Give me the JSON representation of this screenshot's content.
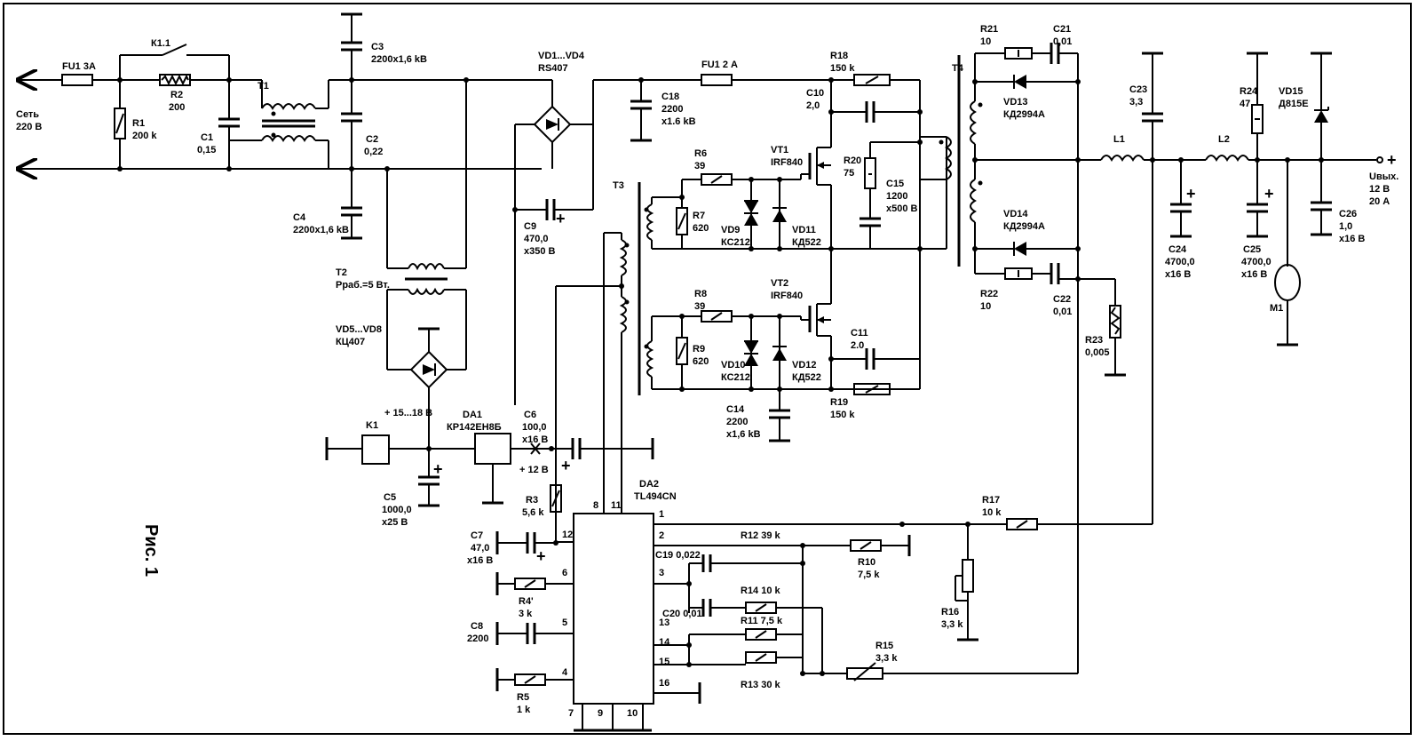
{
  "figure_label": "Рис. 1",
  "input": {
    "line1": "Сеть",
    "line2": "220 В"
  },
  "output": {
    "line1": "Uвых.",
    "line2": "12 В",
    "line3": "20 А",
    "plus": "+"
  },
  "labels": {
    "FU1": "FU1 3А",
    "K11": "К1.1",
    "R2": "R2",
    "R2v": "200",
    "R1": "R1",
    "R1v": "200 k",
    "C1": "C1",
    "C1v": "0,15",
    "T1": "T1",
    "C3": "C3",
    "C3v": "2200x1,6 kВ",
    "C2": "C2",
    "C2v": "0,22",
    "C4": "C4",
    "C4v": "2200x1,6 kВ",
    "T2": "T2",
    "T2v": "Pраб.=5 Вт.",
    "VD58": "VD5...VD8",
    "VD58v": "КЦ407",
    "K1": "K1",
    "P1518": "+ 15...18 В",
    "DA1": "DA1",
    "DA1v": "КР142ЕН8Б",
    "C5": "C5",
    "C5v1": "1000,0",
    "C5v2": "x25 В",
    "C6": "C6",
    "C6v1": "100,0",
    "C6v2": "x16 В",
    "P12": "+ 12 В",
    "VD14": "VD1...VD4",
    "VD14v": "RS407",
    "FU12": "FU1 2 А",
    "C18": "C18",
    "C18v1": "2200",
    "C18v2": "x1.6 kВ",
    "C9": "C9",
    "C9v1": "470,0",
    "C9v2": "x350 В",
    "T3": "T3",
    "R6": "R6",
    "R6v": "39",
    "R7": "R7",
    "R7v": "620",
    "VD9": "VD9",
    "VD9v": "КС212",
    "VD11": "VD11",
    "VD11v": "КД522",
    "R8": "R8",
    "R8v": "39",
    "R9": "R9",
    "R9v": "620",
    "VD10": "VD10",
    "VD10v": "КС212",
    "VD12": "VD12",
    "VD12v": "КД522",
    "C14": "C14",
    "C14v1": "2200",
    "C14v2": "x1,6 kВ",
    "R18": "R18",
    "R18v": "150 k",
    "C10": "C10",
    "C10v": "2,0",
    "VT1": "VT1",
    "VT1v": "IRF840",
    "R20": "R20",
    "R20v": "75",
    "C15": "C15",
    "C15v1": "1200",
    "C15v2": "x500 В",
    "VT2": "VT2",
    "VT2v": "IRF840",
    "C11": "C11",
    "C11v": "2.0",
    "R19": "R19",
    "R19v": "150 k",
    "T4": "T4",
    "R21": "R21",
    "R21v": "10",
    "C21": "C21",
    "C21v": "0,01",
    "VD13": "VD13",
    "VD13v": "КД2994А",
    "VD14b": "VD14",
    "VD14bv": "КД2994А",
    "R22": "R22",
    "R22v": "10",
    "C22": "C22",
    "C22v": "0,01",
    "R23": "R23",
    "R23v": "0,005",
    "L1": "L1",
    "C23": "C23",
    "C23v": "3,3",
    "C24": "C24",
    "C24v1": "4700,0",
    "C24v2": "x16 В",
    "L2": "L2",
    "R24": "R24",
    "R24v": "47",
    "VD15": "VD15",
    "VD15v": "Д815Е",
    "C25": "C25",
    "C25v1": "4700,0",
    "C25v2": "x16 В",
    "C26": "C26",
    "C26v1": "1,0",
    "C26v2": "x16 В",
    "M1": "M1",
    "DA2": "DA2",
    "DA2v": "TL494CN",
    "R3": "R3",
    "R3v": "5,6 k",
    "C7": "C7",
    "C7v1": "47,0",
    "C7v2": "x16 В",
    "R4": "R4'",
    "R4v": "3 k",
    "C8": "C8",
    "C8v": "2200",
    "R5": "R5",
    "R5v": "1 k",
    "C19": "C19 0,022",
    "R12": "R12 39 k",
    "R10": "R10",
    "R10v": "7,5 k",
    "R14": "R14 10 k",
    "C20": "C20 0,01",
    "R11": "R11 7,5 k",
    "R13": "R13 30 k",
    "R15": "R15",
    "R15v": "3,3 k",
    "R16": "R16",
    "R16v": "3,3 k",
    "R17": "R17",
    "R17v": "10 k"
  },
  "pins": {
    "p1": "1",
    "p2": "2",
    "p3": "3",
    "p4": "4",
    "p5": "5",
    "p6": "6",
    "p7": "7",
    "p8": "8",
    "p9": "9",
    "p10": "10",
    "p11": "11",
    "p12": "12",
    "p13": "13",
    "p14": "14",
    "p15": "15",
    "p16": "16"
  }
}
